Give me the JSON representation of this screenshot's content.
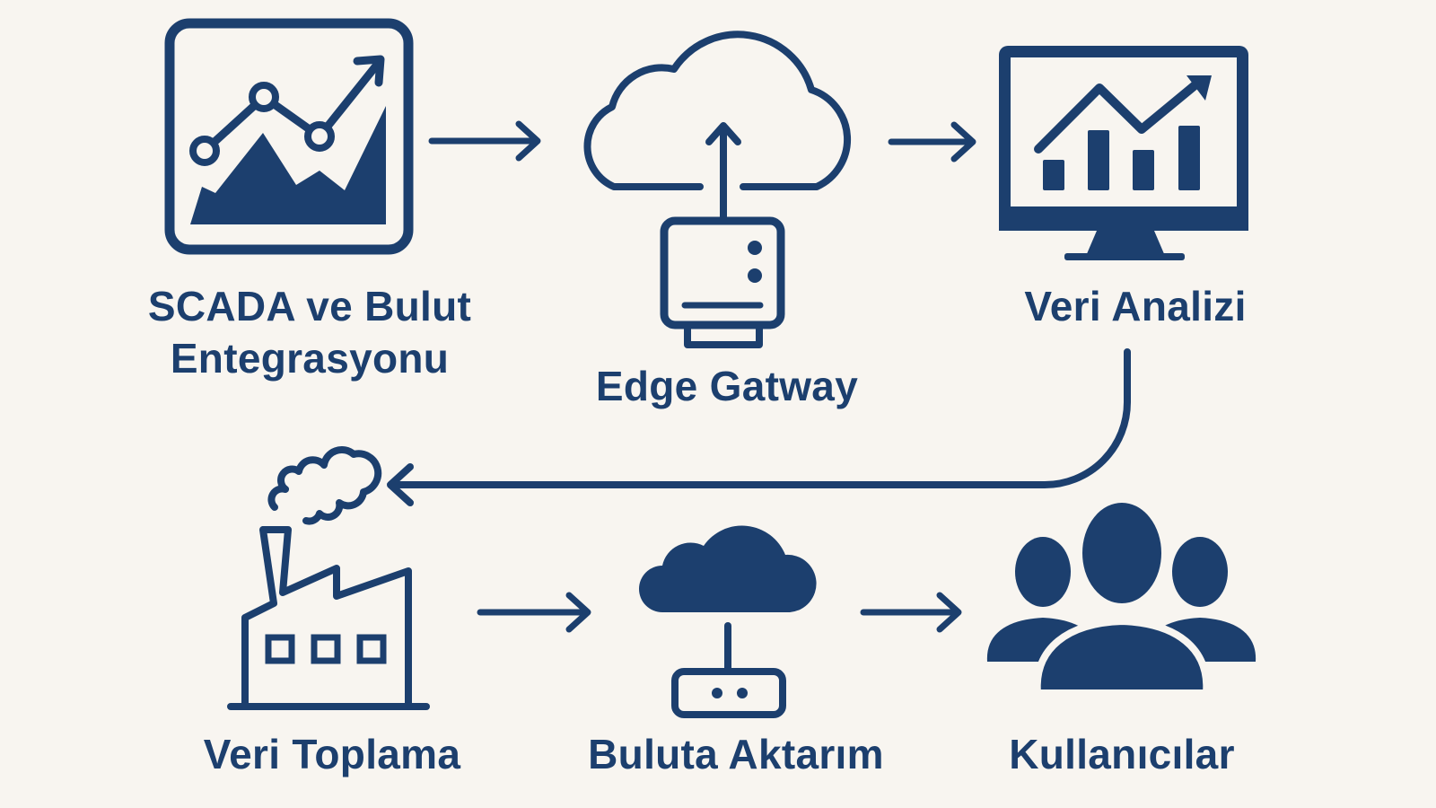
{
  "colors": {
    "background": "#f8f5f0",
    "primary": "#1c3f6e"
  },
  "nodes": [
    {
      "id": "scada",
      "icon": "chart-panel-icon",
      "label_line1": "SCADA ve Bulut",
      "label_line2": "Entegrasyonu"
    },
    {
      "id": "edge",
      "icon": "cloud-upload-gateway-icon",
      "label": "Edge Gatway"
    },
    {
      "id": "analysis",
      "icon": "monitor-chart-icon",
      "label": "Veri Analizi"
    },
    {
      "id": "collect",
      "icon": "factory-icon",
      "label": "Veri Toplama"
    },
    {
      "id": "transfer",
      "icon": "cloud-router-icon",
      "label": "Buluta Aktarım"
    },
    {
      "id": "users",
      "icon": "users-group-icon",
      "label": "Kullanıcılar"
    }
  ],
  "edges": [
    {
      "from": "scada",
      "to": "edge"
    },
    {
      "from": "edge",
      "to": "analysis"
    },
    {
      "from": "analysis",
      "to": "collect"
    },
    {
      "from": "collect",
      "to": "transfer"
    },
    {
      "from": "transfer",
      "to": "users"
    }
  ]
}
